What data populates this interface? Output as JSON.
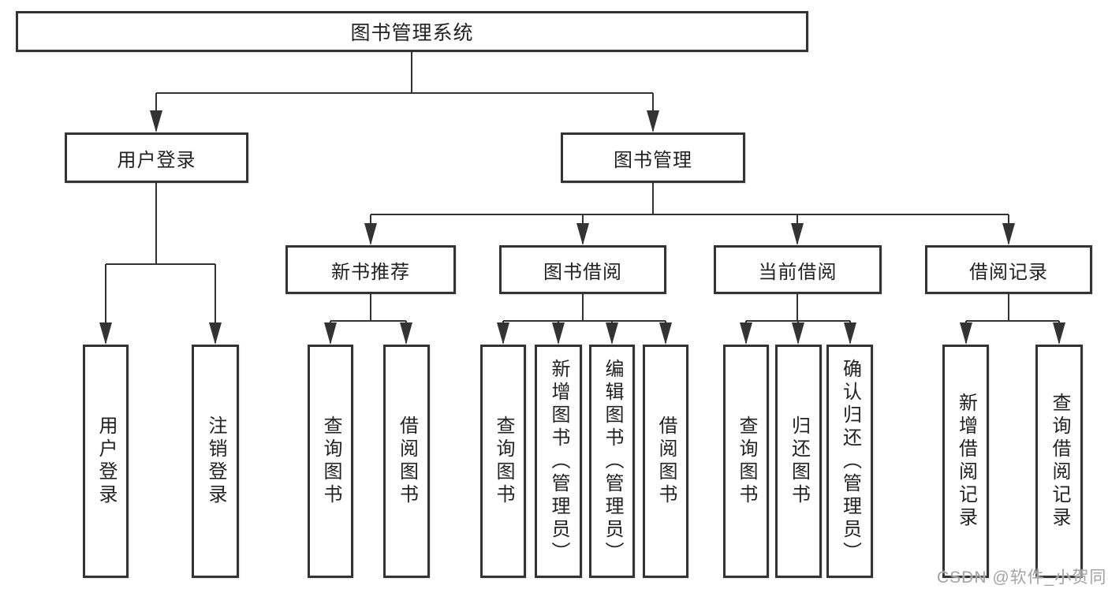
{
  "tree": {
    "root": {
      "label": "图书管理系统",
      "children": [
        {
          "label": "用户登录",
          "children": [
            {
              "label": "用户登录"
            },
            {
              "label": "注销登录"
            }
          ]
        },
        {
          "label": "图书管理",
          "children": [
            {
              "label": "新书推荐",
              "children": [
                {
                  "label": "查询图书"
                },
                {
                  "label": "借阅图书"
                }
              ]
            },
            {
              "label": "图书借阅",
              "children": [
                {
                  "label": "查询图书"
                },
                {
                  "label": "新增图书（管理员）"
                },
                {
                  "label": "编辑图书（管理员）"
                },
                {
                  "label": "借阅图书"
                }
              ]
            },
            {
              "label": "当前借阅",
              "children": [
                {
                  "label": "查询图书"
                },
                {
                  "label": "归还图书"
                },
                {
                  "label": "确认归还（管理员）"
                }
              ]
            },
            {
              "label": "借阅记录",
              "children": [
                {
                  "label": "新增借阅记录"
                },
                {
                  "label": "查询借阅记录"
                }
              ]
            }
          ]
        }
      ]
    }
  },
  "watermark": {
    "text": "CSDN @软件_小贺同学"
  },
  "colors": {
    "background": "#ffffff",
    "line": "#333333",
    "box_border": "#333333",
    "text": "#222222",
    "watermark": "#a3a3a3"
  }
}
